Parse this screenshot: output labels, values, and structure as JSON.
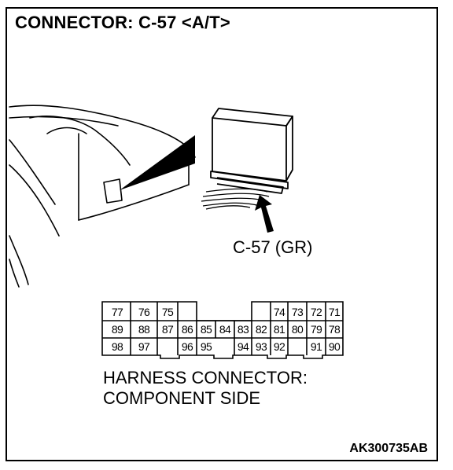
{
  "header": {
    "title": "CONNECTOR: C-57 <A/T>"
  },
  "illustration": {
    "connector_label": "C-57 (GR)"
  },
  "connector": {
    "row1": [
      "77",
      "76",
      "75",
      "74",
      "73",
      "72",
      "71"
    ],
    "row2": [
      "89",
      "88",
      "87",
      "86",
      "85",
      "84",
      "83",
      "82",
      "81",
      "80",
      "79",
      "78"
    ],
    "row3": [
      "98",
      "97",
      "96",
      "95",
      "94",
      "93",
      "92",
      "91",
      "90"
    ],
    "caption_line1": "HARNESS CONNECTOR:",
    "caption_line2": "COMPONENT SIDE"
  },
  "footer": {
    "code": "AK300735AB"
  }
}
